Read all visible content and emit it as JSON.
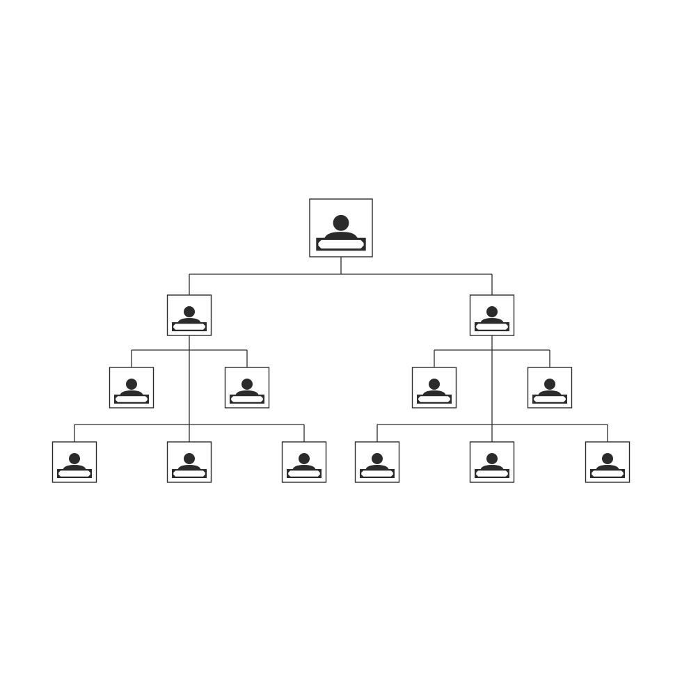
{
  "colors": {
    "background": "#ffffff",
    "line": "#2b2b2b",
    "figure": "#2b2b2b"
  },
  "icon_name": "person-icon",
  "nodes": [
    {
      "id": "root",
      "level": 0
    },
    {
      "id": "left-manager",
      "level": 1
    },
    {
      "id": "right-manager",
      "level": 1
    },
    {
      "id": "left-a",
      "level": 2
    },
    {
      "id": "left-b",
      "level": 2
    },
    {
      "id": "right-a",
      "level": 2
    },
    {
      "id": "right-b",
      "level": 2
    },
    {
      "id": "left-c",
      "level": 3
    },
    {
      "id": "left-d",
      "level": 3
    },
    {
      "id": "left-e",
      "level": 3
    },
    {
      "id": "right-c",
      "level": 3
    },
    {
      "id": "right-d",
      "level": 3
    },
    {
      "id": "right-e",
      "level": 3
    }
  ],
  "edges": [
    [
      "root",
      "left-manager"
    ],
    [
      "root",
      "right-manager"
    ],
    [
      "left-manager",
      "left-a"
    ],
    [
      "left-manager",
      "left-b"
    ],
    [
      "left-manager",
      "left-c"
    ],
    [
      "left-manager",
      "left-d"
    ],
    [
      "left-manager",
      "left-e"
    ],
    [
      "right-manager",
      "right-a"
    ],
    [
      "right-manager",
      "right-b"
    ],
    [
      "right-manager",
      "right-c"
    ],
    [
      "right-manager",
      "right-d"
    ],
    [
      "right-manager",
      "right-e"
    ]
  ]
}
